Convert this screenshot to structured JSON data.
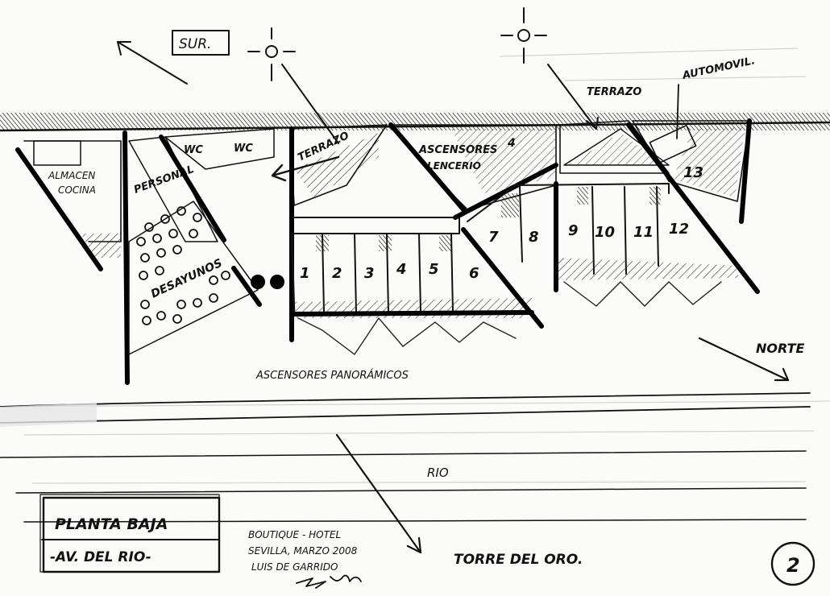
{
  "labels": {
    "sur": "SUR.",
    "norte": "NORTE",
    "terrazo_top": "TERRAZO",
    "automovil": "AUTOMOVIL.",
    "terrazo_inner": "TERRAZO",
    "ascensores_top": "ASCENSORES",
    "lencerio": "LENCERIO",
    "almacen": "ALMACEN",
    "cocina": "COCINA",
    "personal": "PERSONAL",
    "wc1": "WC",
    "wc2": "WC",
    "desayunos": "DESAYUNOS",
    "ascensores_panoramicos": "ASCENSORES PANORÁMICOS",
    "rio": "RIO",
    "torre": "TORRE DEL ORO."
  },
  "rooms": [
    "1",
    "2",
    "3",
    "4",
    "5",
    "6",
    "7",
    "8",
    "9",
    "10",
    "11",
    "12",
    "13",
    "4"
  ],
  "title_block": {
    "line1": "PLANTA BAJA",
    "line2": "-AV. DEL RIO-"
  },
  "notes": {
    "line1": "BOUTIQUE - HOTEL",
    "line2": "SEVILLA, MARZO 2008",
    "line3": "LUIS DE GARRIDO"
  },
  "sheet_number": "2"
}
